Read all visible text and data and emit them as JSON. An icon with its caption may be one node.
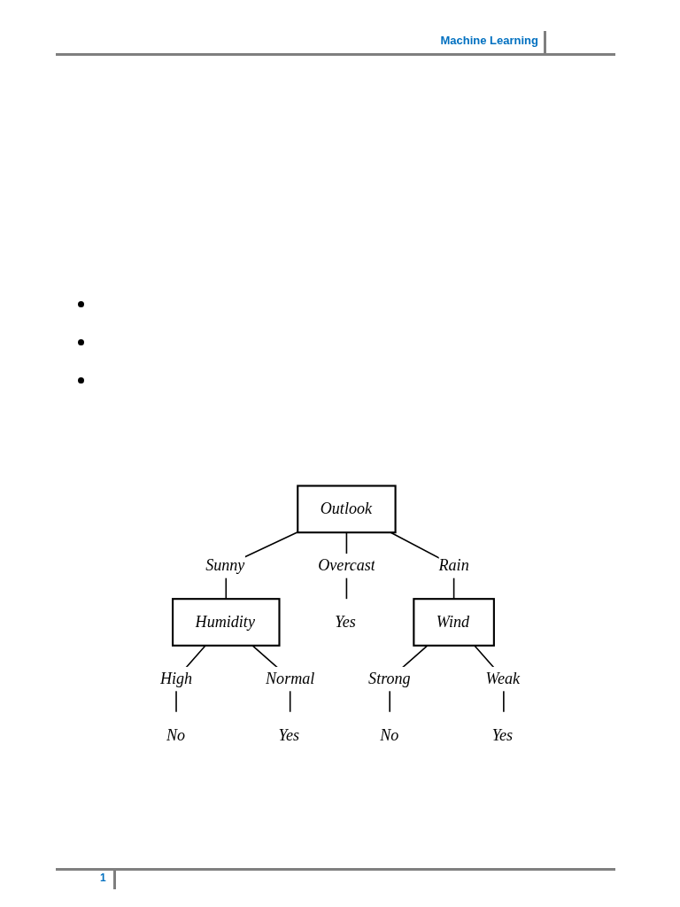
{
  "diagram": {
    "nodes": [
      {
        "text": [
          "Outlook"
        ]
      },
      {
        "text": [
          "Humidity"
        ]
      },
      {
        "text": [
          "Yes"
        ]
      },
      {
        "text": [
          "Wind"
        ]
      },
      {
        "text": [
          "No"
        ]
      },
      {
        "text": [
          "Yes"
        ]
      },
      {
        "text": [
          "No"
        ]
      },
      {
        "text": [
          "Yes"
        ]
      }
    ],
    "edges": [
      {
        "from": 0,
        "to": 1,
        "arrow": "none",
        "label": "Sunny"
      },
      {
        "from": 0,
        "to": 2,
        "arrow": "none",
        "label": "Overcast"
      },
      {
        "from": 0,
        "to": 3,
        "arrow": "none",
        "label": "Rain"
      },
      {
        "from": 1,
        "to": 4,
        "arrow": "none",
        "label": "High"
      },
      {
        "from": 1,
        "to": 5,
        "arrow": "none",
        "label": "Normal"
      },
      {
        "from": 3,
        "to": 6,
        "arrow": "none",
        "label": "Strong"
      },
      {
        "from": 3,
        "to": 7,
        "arrow": "none",
        "label": "Weak"
      }
    ],
    "labels": [
      "Machine Learning",
      "1"
    ]
  }
}
